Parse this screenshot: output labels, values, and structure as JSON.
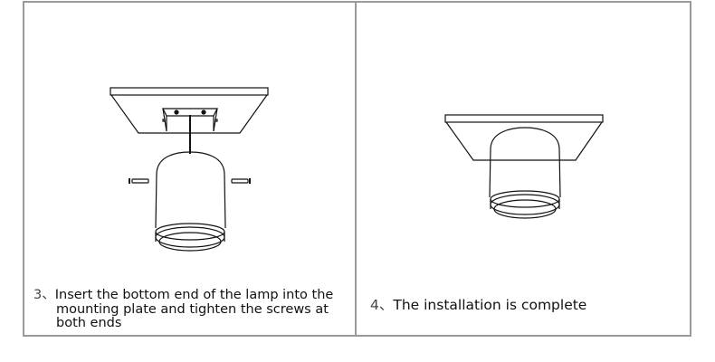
{
  "steps": [
    {
      "number": "3、",
      "text_lines": [
        "Insert the bottom end of the lamp into the",
        "mounting plate and tighten the screws at",
        "both ends"
      ]
    },
    {
      "number": "4、",
      "text": "The installation is complete"
    }
  ],
  "colors": {
    "border": "#9a9a9a",
    "line": "#111111"
  }
}
